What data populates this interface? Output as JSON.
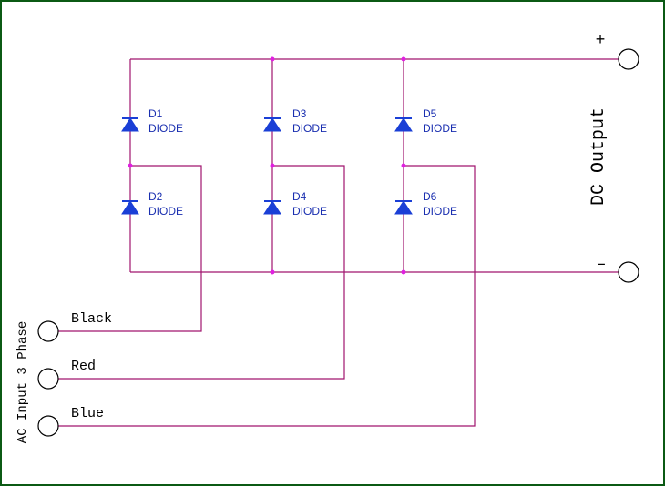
{
  "colors": {
    "border": "#0b5a14",
    "wire": "#a0146e",
    "node": "#e020e0",
    "diode": "#1a3fd6",
    "label": "#1a2fb0"
  },
  "diodes": [
    {
      "ref": "D1",
      "value": "DIODE"
    },
    {
      "ref": "D2",
      "value": "DIODE"
    },
    {
      "ref": "D3",
      "value": "DIODE"
    },
    {
      "ref": "D4",
      "value": "DIODE"
    },
    {
      "ref": "D5",
      "value": "DIODE"
    },
    {
      "ref": "D6",
      "value": "DIODE"
    }
  ],
  "output": {
    "label": "DC Output",
    "plus": "+",
    "minus": "–"
  },
  "input": {
    "label": "AC Input 3 Phase",
    "phases": [
      "Black",
      "Red",
      "Blue"
    ]
  }
}
